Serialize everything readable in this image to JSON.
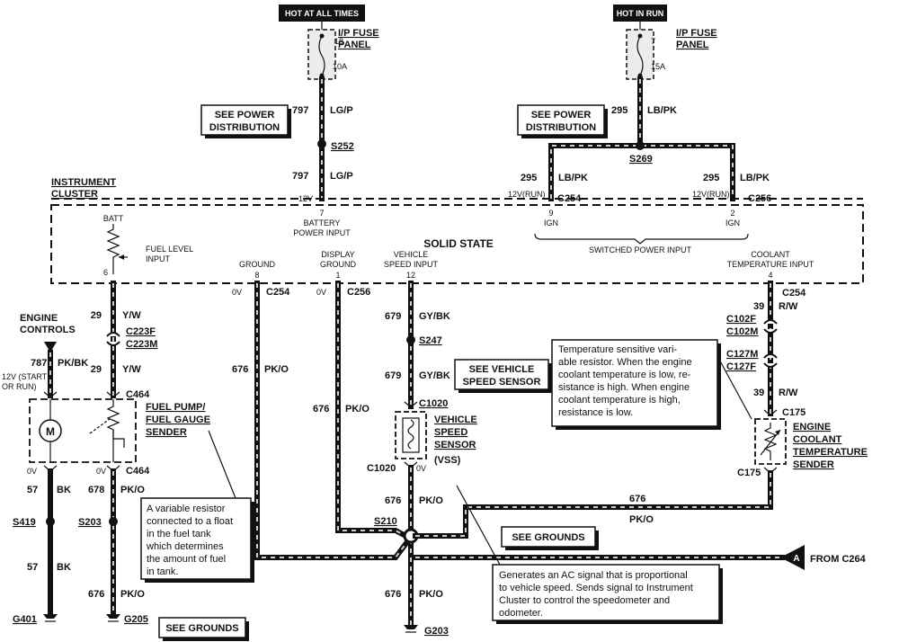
{
  "power": {
    "hot_at_all_times": "HOT AT ALL TIMES",
    "hot_in_run": "HOT IN RUN",
    "fuse_panel_left": "I/P FUSE PANEL",
    "fuse_panel_right": "I/P FUSE PANEL",
    "fuse_left_num": "18",
    "fuse_left_amp": "10A",
    "fuse_right_num": "7",
    "fuse_right_amp": "15A",
    "see_power_left": "SEE POWER DISTRIBUTION",
    "see_power_right": "SEE POWER DISTRIBUTION"
  },
  "wires": {
    "w797_top_num": "797",
    "w797_top_color": "LG/P",
    "w797_bot_num": "797",
    "w797_bot_color": "LG/P",
    "w295_top_num": "295",
    "w295_top_color": "LB/PK",
    "w295_left_num": "295",
    "w295_left_color": "LB/PK",
    "w295_right_num": "295",
    "w295_right_color": "LB/PK",
    "w29_top_num": "29",
    "w29_top_color": "Y/W",
    "w29_bot_num": "29",
    "w29_bot_color": "Y/W",
    "w787_num": "787",
    "w787_color": "PK/BK",
    "w676_ground_num": "676",
    "w676_ground_color": "PK/O",
    "w676_display_num": "676",
    "w676_display_color": "PK/O",
    "w679_top_num": "679",
    "w679_top_color": "GY/BK",
    "w679_bot_num": "679",
    "w679_bot_color": "GY/BK",
    "w676_vss_num": "676",
    "w676_vss_color": "PK/O",
    "w676_bottom_num": "676",
    "w676_bottom_color": "PK/O",
    "w39_top_num": "39",
    "w39_top_color": "R/W",
    "w39_bot_num": "39",
    "w39_bot_color": "R/W",
    "w676_ect_num": "676",
    "w676_ect_color": "PK/O",
    "w57_top_num": "57",
    "w57_top_color": "BK",
    "w57_bot_num": "57",
    "w57_bot_color": "BK",
    "w678_num": "678",
    "w678_color": "PK/O",
    "w676_g205_num": "676",
    "w676_g205_color": "PK/O"
  },
  "splices": {
    "s252": "S252",
    "s269": "S269",
    "s247": "S247",
    "s419": "S419",
    "s203": "S203",
    "s210": "S210"
  },
  "connectors": {
    "c254_top": "C254",
    "c256_top": "C256",
    "c254_ground": "C254",
    "c256_display": "C256",
    "c254_ect": "C254",
    "c102f": "C102F",
    "c102m": "C102M",
    "c127m": "C127M",
    "c127f": "C127F",
    "c175_top": "C175",
    "c175_bot": "C175",
    "c223f": "C223F",
    "c223m": "C223M",
    "c464_top": "C464",
    "c464_bot": "C464",
    "c1020_top": "C1020",
    "c1020_bot": "C1020"
  },
  "cluster": {
    "title": "INSTRUMENT CLUSTER",
    "solid_state": "SOLID STATE",
    "twelve_v": "12V",
    "twelve_v_run_left": "12V(RUN)",
    "twelve_v_run_right": "12V(RUN)",
    "pin7": "7",
    "battery_power_input": "BATTERY POWER INPUT",
    "pin9": "9",
    "ign9": "IGN",
    "pin2": "2",
    "ign2": "IGN",
    "switched_power_input": "SWITCHED POWER INPUT",
    "batt": "BATT",
    "fuel_level_input": "FUEL LEVEL INPUT",
    "pin6": "6",
    "ground_label": "GROUND",
    "pin8": "8",
    "display_ground": "DISPLAY GROUND",
    "pin1": "1",
    "vehicle_speed_input": "VEHICLE SPEED INPUT",
    "pin12": "12",
    "coolant_temp_input": "COOLANT TEMPERATURE INPUT",
    "pin4": "4",
    "ov_ground": "0V",
    "ov_display": "0V"
  },
  "components": {
    "engine_controls": "ENGINE CONTROLS",
    "twelve_v_start": "12V (START OR RUN)",
    "fuel_pump_sender": "FUEL PUMP/ FUEL GAUGE SENDER",
    "motor_symbol": "M",
    "ov_sender_left": "0V",
    "ov_sender_right": "0V",
    "vss_title": "VEHICLE SPEED SENSOR",
    "vss_abbr": "(VSS)",
    "ov_vss": "0V",
    "ect_sender": "ENGINE COOLANT TEMPERATURE SENDER",
    "see_vss": "SEE VEHICLE SPEED SENSOR",
    "see_grounds_mid": "SEE GROUNDS",
    "see_grounds_bottom": "SEE GROUNDS",
    "from_c264": "FROM C264",
    "flag_a": "A"
  },
  "grounds": {
    "g401": "G401",
    "g205": "G205",
    "g203": "G203"
  },
  "notes": {
    "temp_sender": [
      "Temperature sensitive vari-",
      "able resistor. When the engine",
      "coolant temperature is low, re-",
      "sistance is high. When engine",
      "coolant temperature is high,",
      "resistance is low."
    ],
    "fuel_sender": [
      "A variable resistor",
      "connected to a float",
      "in the fuel tank",
      "which determines",
      "the amount of fuel",
      "in tank."
    ],
    "vss": [
      "Generates an AC signal that is proportional",
      "to vehicle speed. Sends signal to Instrument",
      "Cluster to control the speedometer and",
      "odometer."
    ]
  }
}
